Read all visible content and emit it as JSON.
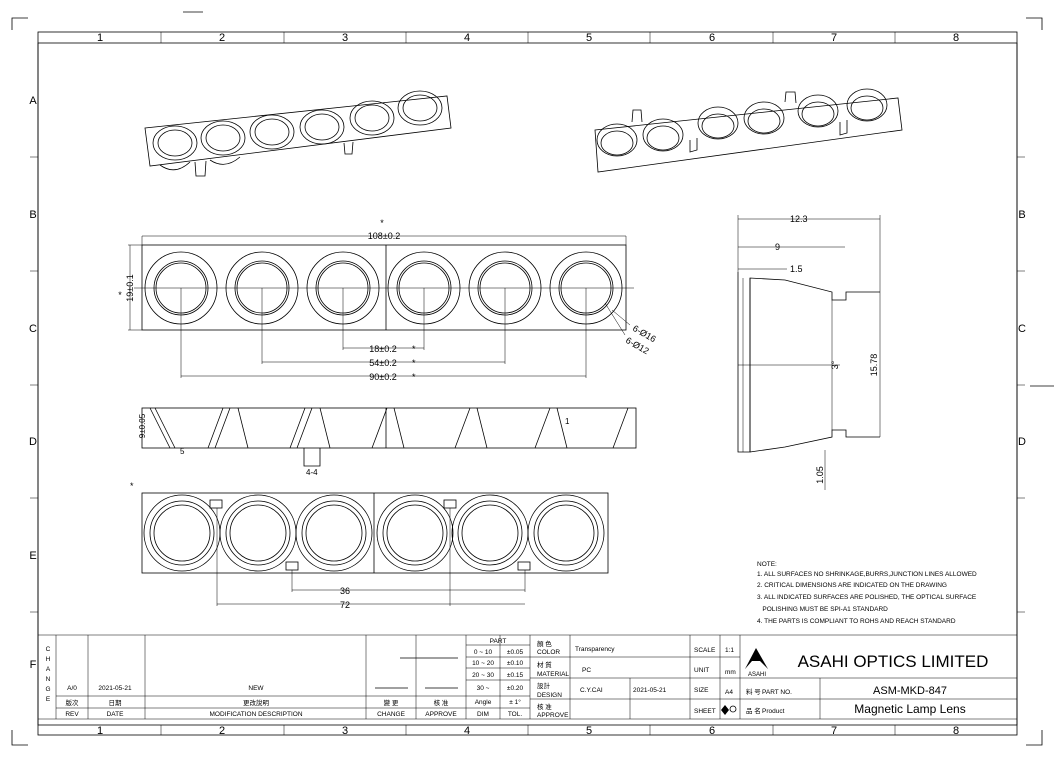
{
  "grid": {
    "columns": [
      "1",
      "2",
      "3",
      "4",
      "5",
      "6",
      "7",
      "8"
    ],
    "rows": [
      "A",
      "B",
      "C",
      "D",
      "E",
      "F"
    ]
  },
  "dimensions": {
    "asterisk": "*",
    "overall_length": "108±0.2",
    "height": "19±0.1",
    "pitch_18": "18±0.2",
    "pitch_54": "54±0.2",
    "pitch_90": "90±0.2",
    "outer_dia": "6-Ø16",
    "inner_dia": "6-Ø12",
    "depth": "9±0.05",
    "wall": "5",
    "clip_w": "4-4",
    "chamfer": "1",
    "side_total": "12.3",
    "side_9": "9",
    "side_1_5": "1.5",
    "side_angle": "3°",
    "side_height": "15.78",
    "side_base": "1.05",
    "bottom_36": "36",
    "bottom_72": "72"
  },
  "notes": {
    "title": "NOTE:",
    "items": [
      "1. ALL SURFACES NO SHRINKAGE,BURRS,JUNCTION LINES ALLOWED",
      "2. CRITICAL DIMENSIONS ARE INDICATED ON THE DRAWING",
      "3. ALL INDICATED SURFACES ARE POLISHED, THE OPTICAL SURFACE",
      "   POLISHING MUST BE SPI-A1 STANDARD",
      "4. THE PARTS IS COMPLIANT TO ROHS AND REACH STANDARD"
    ]
  },
  "title_block": {
    "change_letters": [
      "C",
      "H",
      "A",
      "N",
      "G",
      "E"
    ],
    "rev_value": "A/0",
    "date_value": "2021-05-21",
    "desc_value": "NEW",
    "rev_label_cn": "版次",
    "rev_label": "REV",
    "date_label_cn": "日期",
    "date_label": "DATE",
    "desc_label_cn": "更改說明",
    "desc_label": "MODIFICATION DESCRIPTION",
    "change_label_cn": "變 更",
    "change_label": "CHANGE",
    "approve_label_cn": "核 准",
    "approve_label": "APPROVE",
    "part_label": "PART",
    "tolerances": [
      {
        "range": "0 ~ 10",
        "tol": "±0.05"
      },
      {
        "range": "10 ~ 20",
        "tol": "±0.10"
      },
      {
        "range": "20 ~ 30",
        "tol": "±0.15"
      },
      {
        "range": "30 ~",
        "tol": "±0.20"
      },
      {
        "range": "Angle",
        "tol": "± 1°"
      }
    ],
    "dim_label": "DIM",
    "tol_label": "TOL.",
    "color_cn": "顏 色",
    "color_label": "COLOR",
    "color_value": "Transparency",
    "material_cn": "材 質",
    "material_label": "MATERIAL",
    "material_value": "PC",
    "design_cn": "設計",
    "design_label": "DESIGN",
    "designer": "C.Y.CAI",
    "design_date": "2021-05-21",
    "approve2_cn": "核 准",
    "approve2_label": "APPROVE",
    "scale_label": "SCALE",
    "scale_value": "1:1",
    "unit_label": "UNIT",
    "unit_value": "mm",
    "size_label": "SIZE",
    "size_value": "A4",
    "sheet_label": "SHEET",
    "company": "ASAHI OPTICS LIMITED",
    "logo_text": "ASAHI",
    "partno_cn": "料 号",
    "partno_label": "PART NO.",
    "partno_value": "ASM-MKD-847",
    "product_cn": "品 名",
    "product_label": "Product",
    "product_value": "Magnetic Lamp Lens"
  }
}
